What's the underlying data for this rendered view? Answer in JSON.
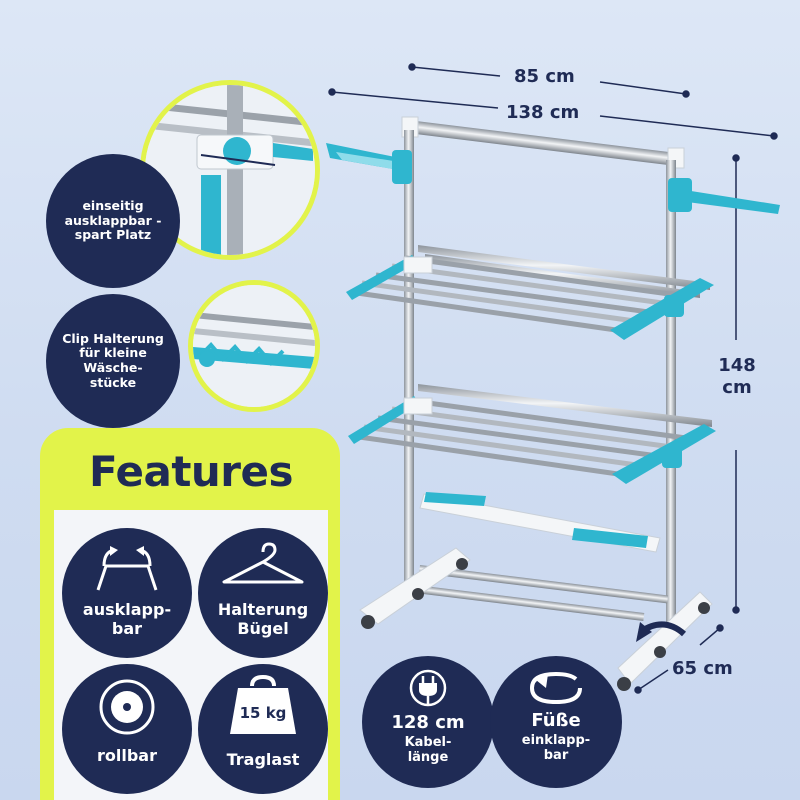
{
  "dimensions": {
    "width_inner": "85 cm",
    "width_outer": "138 cm",
    "height": "148 cm",
    "depth": "65 cm"
  },
  "callouts": {
    "fold_one_side": "einseitig ausklappbar - spart Platz",
    "clip_holder": "Clip Halterung für kleine Wäsche- stücke"
  },
  "features": {
    "title": "Features",
    "items": [
      {
        "label": "ausklapp- bar",
        "icon": "expand-arrows-icon"
      },
      {
        "label": "Halterung Bügel",
        "icon": "hanger-icon"
      },
      {
        "label": "rollbar",
        "icon": "wheel-icon"
      },
      {
        "label": "Traglast",
        "icon": "weight-icon",
        "value": "15 kg"
      }
    ]
  },
  "bottom_badges": {
    "cable": {
      "value": "128 cm",
      "label": "Kabel- länge",
      "icon": "plug-icon"
    },
    "feet": {
      "title": "Füße",
      "label": "einklapp- bar",
      "icon": "rotate-arrow-icon"
    }
  },
  "colors": {
    "navy": "#1f2b55",
    "lime": "#e2f34a",
    "turquoise": "#2fb6cf",
    "background": "#d4e0f3"
  }
}
